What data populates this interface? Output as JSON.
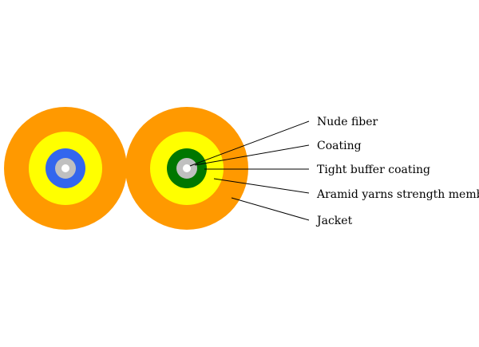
{
  "diagram": {
    "labels": {
      "nude_fiber": "Nude fiber",
      "coating": "Coating",
      "tight_buffer": "Tight buffer coating",
      "aramid": "Aramid yarns strength member",
      "jacket": "Jacket"
    },
    "colors": {
      "jacket": "#ff9900",
      "aramid": "#ffff00",
      "buffer_left": "#3366ee",
      "buffer_right": "#007700",
      "coating": "#c0c0c0",
      "fiber": "#ffffff",
      "leader_line": "#000000",
      "text": "#000000"
    }
  }
}
